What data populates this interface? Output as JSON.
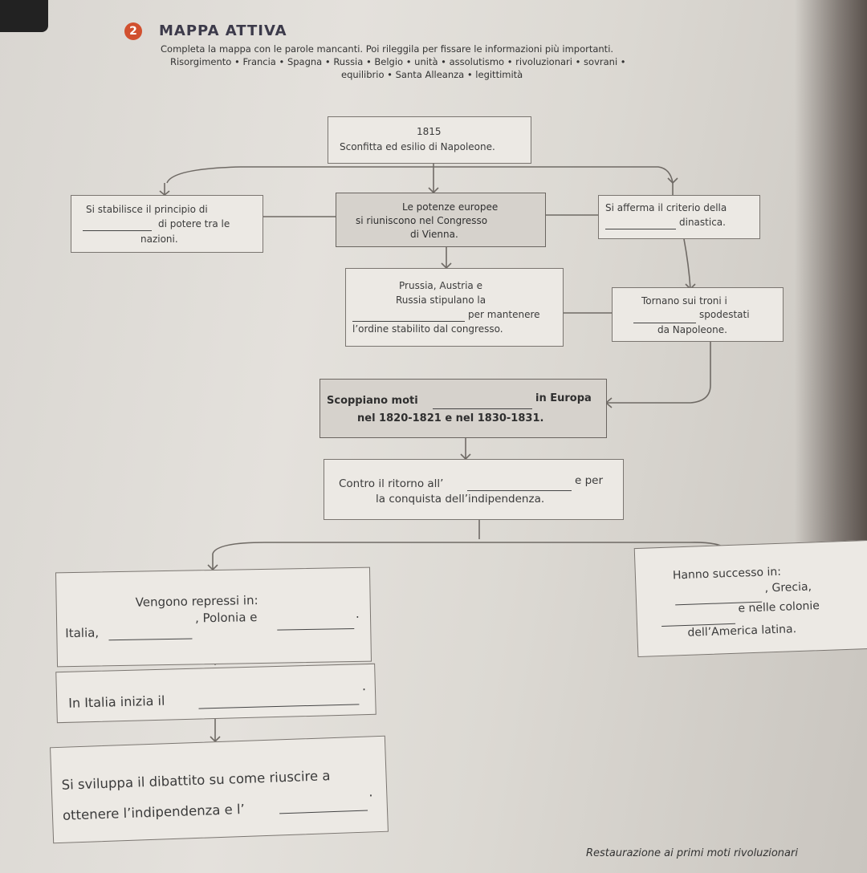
{
  "exercise": {
    "number": "2",
    "title": "MAPPA ATTIVA",
    "instruction": "Completa la mappa con le parole mancanti. Poi rileggila per fissare le informazioni più importanti.",
    "word_bank_line1": "Risorgimento • Francia • Spagna • Russia • Belgio • unità • assolutismo • rivoluzionari • sovrani •",
    "word_bank_line2": "equilibrio • Santa Alleanza • legittimità"
  },
  "boxes": {
    "b1815": {
      "year": "1815",
      "text": "Sconfitta ed esilio di Napoleone."
    },
    "principio": {
      "l1": "Si stabilisce il principio di",
      "l2": "di potere tra le",
      "l3": "nazioni."
    },
    "potenze": {
      "l1": "Le potenze europee",
      "l2": "si riuniscono nel Congresso",
      "l3": "di Vienna."
    },
    "criterio": {
      "l1": "Si afferma il criterio della",
      "l2": "dinastica."
    },
    "prussia": {
      "l1": "Prussia, Austria e",
      "l2": "Russia stipulano la",
      "l3": "per mantenere",
      "l4": "l’ordine stabilito dal congresso."
    },
    "troni": {
      "l1": "Tornano sui troni i",
      "l2": "spodestati",
      "l3": "da Napoleone."
    },
    "moti": {
      "l1a": "Scoppiano moti",
      "l1b": "in Europa",
      "l2": "nel 1820-1821 e nel 1830-1831."
    },
    "contro": {
      "l1a": "Contro il ritorno all’",
      "l1b": "e per",
      "l2": "la conquista dell’indipendenza."
    },
    "repressi": {
      "l1": "Vengono repressi in:",
      "l2a": "Italia,",
      "l2b": ", Polonia e",
      "l2c": "."
    },
    "successo": {
      "l1": "Hanno successo in:",
      "l2": ", Grecia,",
      "l3": "e nelle colonie",
      "l4": "dell’America latina."
    },
    "italia": {
      "l1": "In Italia inizia il",
      "l1b": "."
    },
    "dibattito": {
      "l1": "Si sviluppa il dibattito su come riuscire a",
      "l2": "ottenere l’indipendenza e l’",
      "l2b": "."
    }
  },
  "footer": "Restaurazione ai primi moti rivoluzionari",
  "colors": {
    "badge": "#d1502f",
    "box": "#ece9e4",
    "box_dark": "#d6d2cc",
    "line": "#6f6a65"
  }
}
